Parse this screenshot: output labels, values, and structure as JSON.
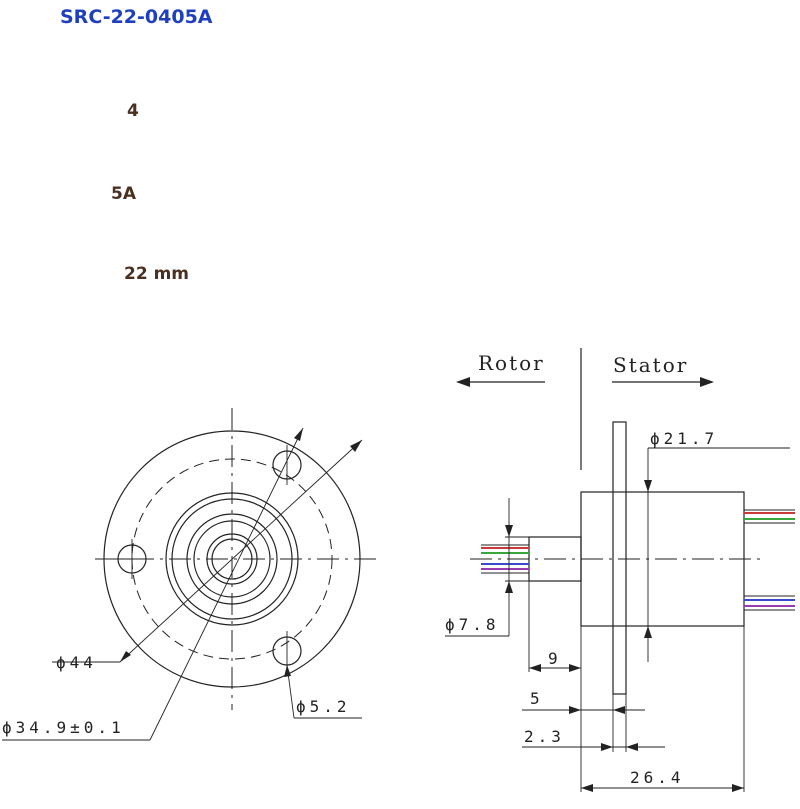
{
  "header": {
    "model": "SRC-22-0405A",
    "rings": "4",
    "current": "5A",
    "diameter": "22 mm"
  },
  "front_view": {
    "dims": {
      "outer_diameter": "ϕ44",
      "hole_circle": "ϕ34.9±0.1",
      "hole_diameter": "ϕ5.2"
    }
  },
  "side_view": {
    "rotor_label": "Rotor",
    "stator_label": "Stator",
    "dims": {
      "body_diameter": "ϕ21.7",
      "shaft_diameter": "ϕ7.8",
      "shaft_length": "9",
      "flange_offset": "5",
      "flange_thickness": "2.3",
      "total_length": "26.4"
    },
    "wire_colors": [
      "#c83a3a",
      "#3aa53a",
      "#3a4ac8",
      "#9a3ab0"
    ]
  }
}
